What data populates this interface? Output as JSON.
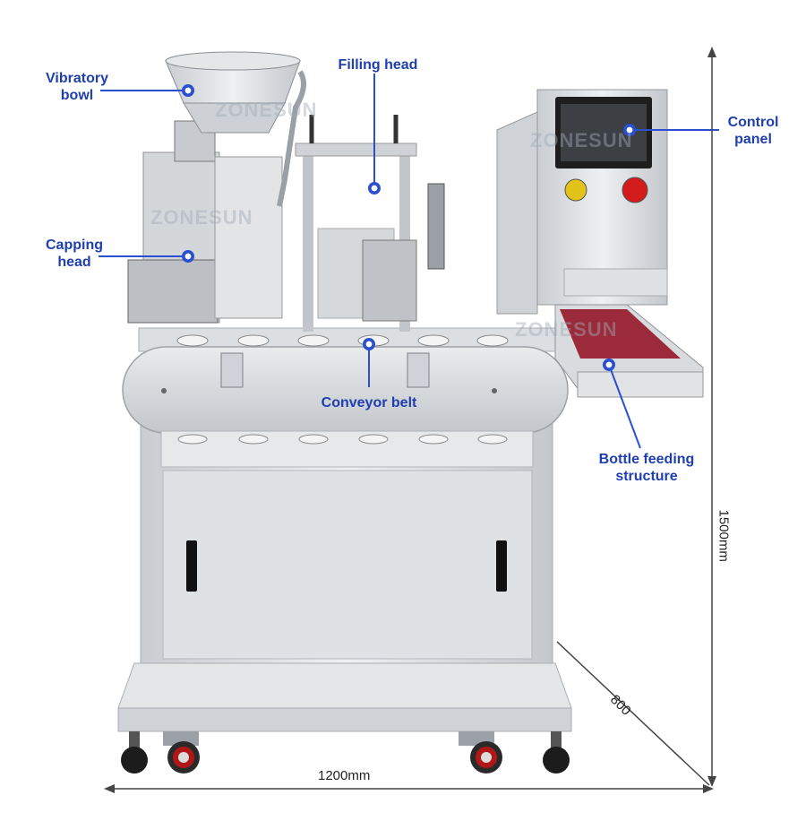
{
  "labels": {
    "vibratory_bowl": [
      "Vibratory",
      "bowl"
    ],
    "filling_head": [
      "Filling head"
    ],
    "capping_head": [
      "Capping",
      "head"
    ],
    "control_panel": [
      "Control",
      "panel"
    ],
    "conveyor_belt": [
      "Conveyor belt"
    ],
    "bottle_feeding": [
      "Bottle feeding",
      "structure"
    ]
  },
  "dimensions": {
    "width": "1200mm",
    "depth": "800",
    "height": "1500mm"
  },
  "watermark": "ZONESUN",
  "colors": {
    "label": "#1f3fb0",
    "callout_line": "#2a4fd0",
    "steel": "#d9dcdf",
    "steel_dark": "#9aa0a6",
    "emergency_red": "#d21c1c",
    "key_yellow": "#e3c21a"
  }
}
